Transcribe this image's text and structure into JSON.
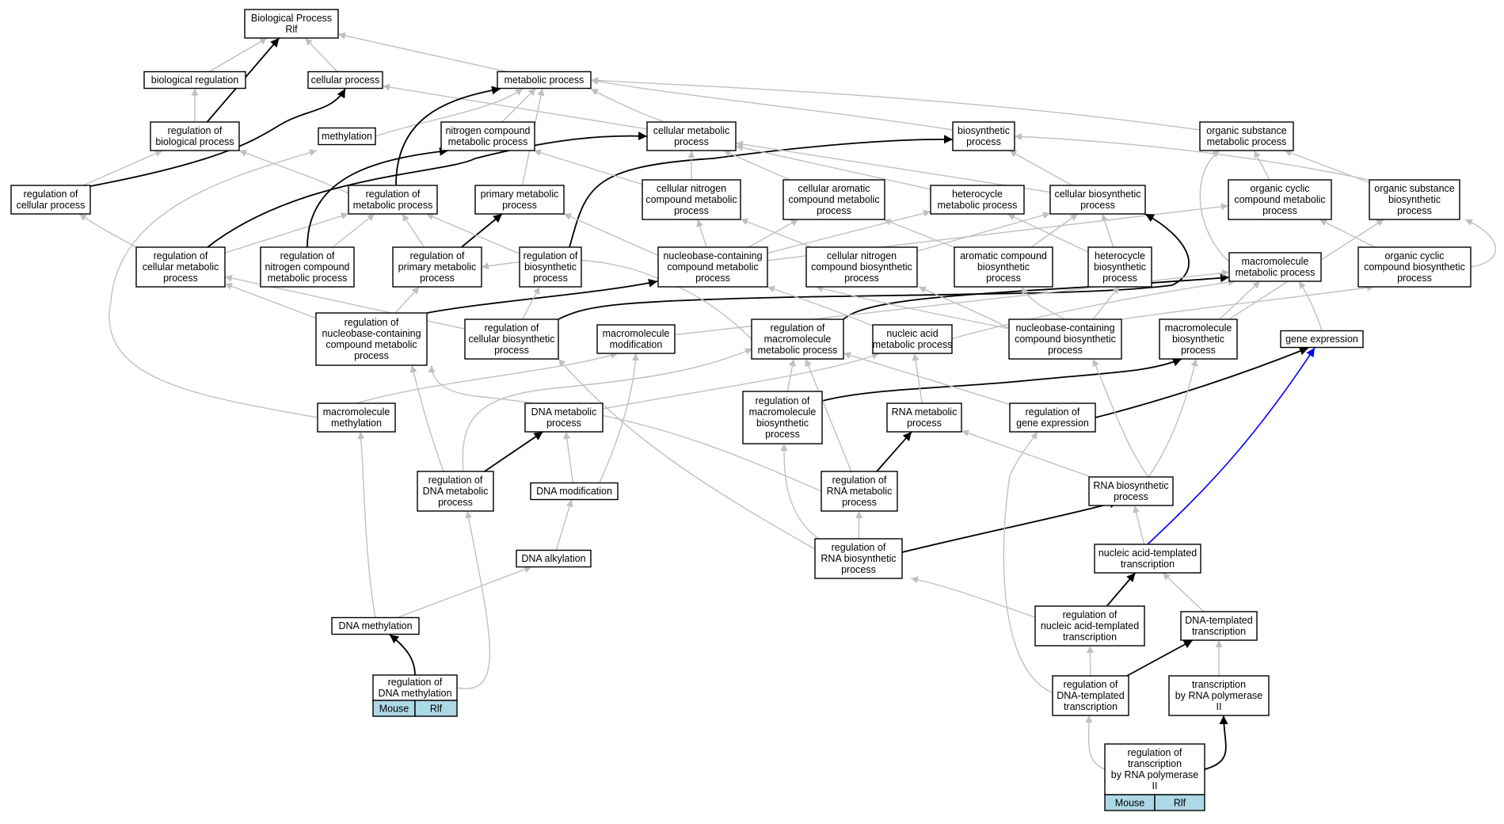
{
  "colors": {
    "is_a_edge": "#c0c0c0",
    "regulates_edge": "#000000",
    "positive_regulates_edge": "#0000ff",
    "annotation_tag": "#add8e6",
    "node_fill": "#ffffff",
    "node_stroke": "#000000"
  },
  "nodes": [
    {
      "id": "bp",
      "lines": [
        "Biological Process",
        "Rlf"
      ]
    },
    {
      "id": "bioreg",
      "lines": [
        "biological regulation"
      ]
    },
    {
      "id": "cellproc",
      "lines": [
        "cellular process"
      ]
    },
    {
      "id": "metab",
      "lines": [
        "metabolic process"
      ]
    },
    {
      "id": "regbio",
      "lines": [
        "regulation of",
        "biological process"
      ]
    },
    {
      "id": "methylation",
      "lines": [
        "methylation"
      ]
    },
    {
      "id": "nitrometab",
      "lines": [
        "nitrogen compound",
        "metabolic process"
      ]
    },
    {
      "id": "cellmetab",
      "lines": [
        "cellular metabolic",
        "process"
      ]
    },
    {
      "id": "biosynth",
      "lines": [
        "biosynthetic",
        "process"
      ]
    },
    {
      "id": "orgsubmetab",
      "lines": [
        "organic substance",
        "metabolic process"
      ]
    },
    {
      "id": "regcell",
      "lines": [
        "regulation of",
        "cellular process"
      ]
    },
    {
      "id": "regmetab",
      "lines": [
        "regulation of",
        "metabolic process"
      ]
    },
    {
      "id": "primmetab",
      "lines": [
        "primary metabolic",
        "process"
      ]
    },
    {
      "id": "cellnitro",
      "lines": [
        "cellular nitrogen",
        "compound metabolic",
        "process"
      ]
    },
    {
      "id": "cellarom",
      "lines": [
        "cellular aromatic",
        "compound metabolic",
        "process"
      ]
    },
    {
      "id": "hetmetab",
      "lines": [
        "heterocycle",
        "metabolic process"
      ]
    },
    {
      "id": "cellbiosynth",
      "lines": [
        "cellular biosynthetic",
        "process"
      ]
    },
    {
      "id": "orgcyclic",
      "lines": [
        "organic cyclic",
        "compound metabolic",
        "process"
      ]
    },
    {
      "id": "orgsubbio",
      "lines": [
        "organic substance",
        "biosynthetic",
        "process"
      ]
    },
    {
      "id": "regcellmetab",
      "lines": [
        "regulation of",
        "cellular metabolic",
        "process"
      ]
    },
    {
      "id": "regnitro",
      "lines": [
        "regulation of",
        "nitrogen compound",
        "metabolic process"
      ]
    },
    {
      "id": "regprim",
      "lines": [
        "regulation of",
        "primary metabolic",
        "process"
      ]
    },
    {
      "id": "regbiosynth",
      "lines": [
        "regulation of",
        "biosynthetic",
        "process"
      ]
    },
    {
      "id": "nucbasemetab",
      "lines": [
        "nucleobase-containing",
        "compound metabolic",
        "process"
      ]
    },
    {
      "id": "cellnitrobio",
      "lines": [
        "cellular nitrogen",
        "compound biosynthetic",
        "process"
      ]
    },
    {
      "id": "arombio",
      "lines": [
        "aromatic compound",
        "biosynthetic",
        "process"
      ]
    },
    {
      "id": "hetbio",
      "lines": [
        "heterocycle",
        "biosynthetic",
        "process"
      ]
    },
    {
      "id": "macrometab",
      "lines": [
        "macromolecule",
        "metabolic process"
      ]
    },
    {
      "id": "orgcycbio",
      "lines": [
        "organic cyclic",
        "compound biosynthetic",
        "process"
      ]
    },
    {
      "id": "regnucbase",
      "lines": [
        "regulation of",
        "nucleobase-containing",
        "compound metabolic",
        "process"
      ]
    },
    {
      "id": "regcellbio",
      "lines": [
        "regulation of",
        "cellular biosynthetic",
        "process"
      ]
    },
    {
      "id": "macromod",
      "lines": [
        "macromolecule",
        "modification"
      ]
    },
    {
      "id": "regmacro",
      "lines": [
        "regulation of",
        "macromolecule",
        "metabolic process"
      ]
    },
    {
      "id": "nucacid",
      "lines": [
        "nucleic acid",
        "metabolic process"
      ]
    },
    {
      "id": "nucbasebio",
      "lines": [
        "nucleobase-containing",
        "compound biosynthetic",
        "process"
      ]
    },
    {
      "id": "macrobio",
      "lines": [
        "macromolecule",
        "biosynthetic",
        "process"
      ]
    },
    {
      "id": "geneexpr",
      "lines": [
        "gene expression"
      ]
    },
    {
      "id": "macromethyl",
      "lines": [
        "macromolecule",
        "methylation"
      ]
    },
    {
      "id": "dnametab",
      "lines": [
        "DNA metabolic",
        "process"
      ]
    },
    {
      "id": "regmacrobio",
      "lines": [
        "regulation of",
        "macromolecule",
        "biosynthetic",
        "process"
      ]
    },
    {
      "id": "rnametab",
      "lines": [
        "RNA metabolic",
        "process"
      ]
    },
    {
      "id": "reggene",
      "lines": [
        "regulation of",
        "gene expression"
      ]
    },
    {
      "id": "regdna",
      "lines": [
        "regulation of",
        "DNA metabolic",
        "process"
      ]
    },
    {
      "id": "dnamod",
      "lines": [
        "DNA modification"
      ]
    },
    {
      "id": "regrna",
      "lines": [
        "regulation of",
        "RNA metabolic",
        "process"
      ]
    },
    {
      "id": "rnabio",
      "lines": [
        "RNA biosynthetic",
        "process"
      ]
    },
    {
      "id": "dnaalk",
      "lines": [
        "DNA alkylation"
      ]
    },
    {
      "id": "regrnabio",
      "lines": [
        "regulation of",
        "RNA biosynthetic",
        "process"
      ]
    },
    {
      "id": "nucacidtx",
      "lines": [
        "nucleic acid-templated",
        "transcription"
      ]
    },
    {
      "id": "dnameth",
      "lines": [
        "DNA methylation"
      ]
    },
    {
      "id": "regnucacidtx",
      "lines": [
        "regulation of",
        "nucleic acid-templated",
        "transcription"
      ]
    },
    {
      "id": "dnatx",
      "lines": [
        "DNA-templated",
        "transcription"
      ]
    },
    {
      "id": "regdnameth",
      "lines": [
        "regulation of",
        "DNA methylation"
      ],
      "tags": [
        "Mouse",
        "Rlf"
      ]
    },
    {
      "id": "regdnatx",
      "lines": [
        "regulation of",
        "DNA-templated",
        "transcription"
      ]
    },
    {
      "id": "txpol2",
      "lines": [
        "transcription",
        "by RNA polymerase",
        "II"
      ]
    },
    {
      "id": "regtxpol2",
      "lines": [
        "regulation of",
        "transcription",
        "by RNA polymerase",
        "II"
      ],
      "tags": [
        "Mouse",
        "Rlf"
      ]
    }
  ],
  "edges": [
    {
      "from": "bioreg",
      "to": "bp",
      "type": "is_a"
    },
    {
      "from": "cellproc",
      "to": "bp",
      "type": "is_a"
    },
    {
      "from": "metab",
      "to": "bp",
      "type": "is_a"
    },
    {
      "from": "regbio",
      "to": "bp",
      "type": "regulates"
    },
    {
      "from": "regbio",
      "to": "bioreg",
      "type": "is_a"
    },
    {
      "from": "regcell",
      "to": "regbio",
      "type": "is_a"
    },
    {
      "from": "regcell",
      "to": "cellproc",
      "type": "regulates"
    },
    {
      "from": "cellmetab",
      "to": "cellproc",
      "type": "is_a"
    },
    {
      "from": "cellmetab",
      "to": "metab",
      "type": "is_a"
    },
    {
      "from": "nitrometab",
      "to": "metab",
      "type": "is_a"
    },
    {
      "from": "methylation",
      "to": "metab",
      "type": "is_a"
    },
    {
      "from": "primmetab",
      "to": "metab",
      "type": "is_a"
    },
    {
      "from": "biosynth",
      "to": "metab",
      "type": "is_a"
    },
    {
      "from": "orgsubmetab",
      "to": "metab",
      "type": "is_a"
    },
    {
      "from": "regmetab",
      "to": "metab",
      "type": "regulates"
    },
    {
      "from": "regmetab",
      "to": "regbio",
      "type": "is_a"
    },
    {
      "from": "regcellmetab",
      "to": "regcell",
      "type": "is_a"
    },
    {
      "from": "regcellmetab",
      "to": "regmetab",
      "type": "is_a"
    },
    {
      "from": "regcellmetab",
      "to": "cellmetab",
      "type": "regulates"
    },
    {
      "from": "regnitro",
      "to": "regmetab",
      "type": "is_a"
    },
    {
      "from": "regnitro",
      "to": "nitrometab",
      "type": "regulates"
    },
    {
      "from": "regprim",
      "to": "regmetab",
      "type": "is_a"
    },
    {
      "from": "regprim",
      "to": "primmetab",
      "type": "regulates"
    },
    {
      "from": "regbiosynth",
      "to": "regmetab",
      "type": "is_a"
    },
    {
      "from": "regbiosynth",
      "to": "biosynth",
      "type": "regulates"
    },
    {
      "from": "cellnitro",
      "to": "nitrometab",
      "type": "is_a"
    },
    {
      "from": "cellnitro",
      "to": "cellmetab",
      "type": "is_a"
    },
    {
      "from": "cellarom",
      "to": "cellmetab",
      "type": "is_a"
    },
    {
      "from": "hetmetab",
      "to": "cellmetab",
      "type": "is_a"
    },
    {
      "from": "cellbiosynth",
      "to": "cellmetab",
      "type": "is_a"
    },
    {
      "from": "cellbiosynth",
      "to": "biosynth",
      "type": "is_a"
    },
    {
      "from": "orgsubbio",
      "to": "biosynth",
      "type": "is_a"
    },
    {
      "from": "orgsubbio",
      "to": "orgsubmetab",
      "type": "is_a"
    },
    {
      "from": "orgcyclic",
      "to": "orgsubmetab",
      "type": "is_a"
    },
    {
      "from": "nucbasemetab",
      "to": "cellnitro",
      "type": "is_a"
    },
    {
      "from": "nucbasemetab",
      "to": "cellarom",
      "type": "is_a"
    },
    {
      "from": "nucbasemetab",
      "to": "hetmetab",
      "type": "is_a"
    },
    {
      "from": "nucbasemetab",
      "to": "orgcyclic",
      "type": "is_a"
    },
    {
      "from": "nucbasemetab",
      "to": "primmetab",
      "type": "is_a"
    },
    {
      "from": "cellnitrobio",
      "to": "cellnitro",
      "type": "is_a"
    },
    {
      "from": "cellnitrobio",
      "to": "cellbiosynth",
      "type": "is_a"
    },
    {
      "from": "arombio",
      "to": "cellarom",
      "type": "is_a"
    },
    {
      "from": "arombio",
      "to": "cellbiosynth",
      "type": "is_a"
    },
    {
      "from": "hetbio",
      "to": "hetmetab",
      "type": "is_a"
    },
    {
      "from": "hetbio",
      "to": "cellbiosynth",
      "type": "is_a"
    },
    {
      "from": "orgcycbio",
      "to": "orgcyclic",
      "type": "is_a"
    },
    {
      "from": "orgcycbio",
      "to": "orgsubbio",
      "type": "is_a"
    },
    {
      "from": "macrometab",
      "to": "orgsubmetab",
      "type": "is_a"
    },
    {
      "from": "regnucbase",
      "to": "regcellmetab",
      "type": "is_a"
    },
    {
      "from": "regnucbase",
      "to": "regprim",
      "type": "is_a"
    },
    {
      "from": "regnucbase",
      "to": "nucbasemetab",
      "type": "regulates"
    },
    {
      "from": "regcellbio",
      "to": "regcellmetab",
      "type": "is_a"
    },
    {
      "from": "regcellbio",
      "to": "regbiosynth",
      "type": "is_a"
    },
    {
      "from": "regcellbio",
      "to": "cellbiosynth",
      "type": "regulates"
    },
    {
      "from": "regmacro",
      "to": "regprim",
      "type": "is_a"
    },
    {
      "from": "regmacro",
      "to": "macrometab",
      "type": "regulates"
    },
    {
      "from": "nucacid",
      "to": "nucbasemetab",
      "type": "is_a"
    },
    {
      "from": "nucacid",
      "to": "macrometab",
      "type": "is_a"
    },
    {
      "from": "nucbasebio",
      "to": "nucbasemetab",
      "type": "is_a"
    },
    {
      "from": "nucbasebio",
      "to": "arombio",
      "type": "is_a"
    },
    {
      "from": "nucbasebio",
      "to": "hetbio",
      "type": "is_a"
    },
    {
      "from": "nucbasebio",
      "to": "cellnitrobio",
      "type": "is_a"
    },
    {
      "from": "nucbasebio",
      "to": "orgcycbio",
      "type": "is_a"
    },
    {
      "from": "macrobio",
      "to": "macrometab",
      "type": "is_a"
    },
    {
      "from": "macrobio",
      "to": "orgsubbio",
      "type": "is_a"
    },
    {
      "from": "geneexpr",
      "to": "macrometab",
      "type": "is_a"
    },
    {
      "from": "macromod",
      "to": "macrometab",
      "type": "is_a"
    },
    {
      "from": "macromethyl",
      "to": "macromod",
      "type": "is_a"
    },
    {
      "from": "macromethyl",
      "to": "methylation",
      "type": "is_a"
    },
    {
      "from": "dnametab",
      "to": "nucacid",
      "type": "is_a"
    },
    {
      "from": "regmacrobio",
      "to": "regmacro",
      "type": "is_a"
    },
    {
      "from": "regmacrobio",
      "to": "macrobio",
      "type": "regulates"
    },
    {
      "from": "rnametab",
      "to": "nucacid",
      "type": "is_a"
    },
    {
      "from": "reggene",
      "to": "regmacro",
      "type": "is_a"
    },
    {
      "from": "reggene",
      "to": "geneexpr",
      "type": "regulates"
    },
    {
      "from": "regdna",
      "to": "regnucbase",
      "type": "is_a"
    },
    {
      "from": "regdna",
      "to": "regmacro",
      "type": "is_a"
    },
    {
      "from": "regdna",
      "to": "dnametab",
      "type": "regulates"
    },
    {
      "from": "dnamod",
      "to": "dnametab",
      "type": "is_a"
    },
    {
      "from": "dnamod",
      "to": "macromod",
      "type": "is_a"
    },
    {
      "from": "regrna",
      "to": "regmacro",
      "type": "is_a"
    },
    {
      "from": "regrna",
      "to": "rnametab",
      "type": "regulates"
    },
    {
      "from": "regrna",
      "to": "regnucbase",
      "type": "is_a"
    },
    {
      "from": "rnabio",
      "to": "rnametab",
      "type": "is_a"
    },
    {
      "from": "rnabio",
      "to": "nucbasebio",
      "type": "is_a"
    },
    {
      "from": "rnabio",
      "to": "macrobio",
      "type": "is_a"
    },
    {
      "from": "dnaalk",
      "to": "dnamod",
      "type": "is_a"
    },
    {
      "from": "regrnabio",
      "to": "regrna",
      "type": "is_a"
    },
    {
      "from": "regrnabio",
      "to": "regmacrobio",
      "type": "is_a"
    },
    {
      "from": "regrnabio",
      "to": "regcellbio",
      "type": "is_a"
    },
    {
      "from": "regrnabio",
      "to": "rnabio",
      "type": "regulates"
    },
    {
      "from": "nucacidtx",
      "to": "rnabio",
      "type": "is_a"
    },
    {
      "from": "nucacidtx",
      "to": "geneexpr",
      "type": "positive_regulates"
    },
    {
      "from": "dnameth",
      "to": "dnaalk",
      "type": "is_a"
    },
    {
      "from": "dnameth",
      "to": "macromethyl",
      "type": "is_a"
    },
    {
      "from": "regnucacidtx",
      "to": "regrnabio",
      "type": "is_a"
    },
    {
      "from": "regnucacidtx",
      "to": "nucacidtx",
      "type": "regulates"
    },
    {
      "from": "dnatx",
      "to": "nucacidtx",
      "type": "is_a"
    },
    {
      "from": "regdnameth",
      "to": "dnameth",
      "type": "regulates"
    },
    {
      "from": "regdnameth",
      "to": "regdna",
      "type": "is_a"
    },
    {
      "from": "regdnatx",
      "to": "regnucacidtx",
      "type": "is_a"
    },
    {
      "from": "regdnatx",
      "to": "dnatx",
      "type": "regulates"
    },
    {
      "from": "regdnatx",
      "to": "reggene",
      "type": "is_a"
    },
    {
      "from": "txpol2",
      "to": "dnatx",
      "type": "is_a"
    },
    {
      "from": "regtxpol2",
      "to": "regdnatx",
      "type": "is_a"
    },
    {
      "from": "regtxpol2",
      "to": "txpol2",
      "type": "regulates"
    }
  ]
}
